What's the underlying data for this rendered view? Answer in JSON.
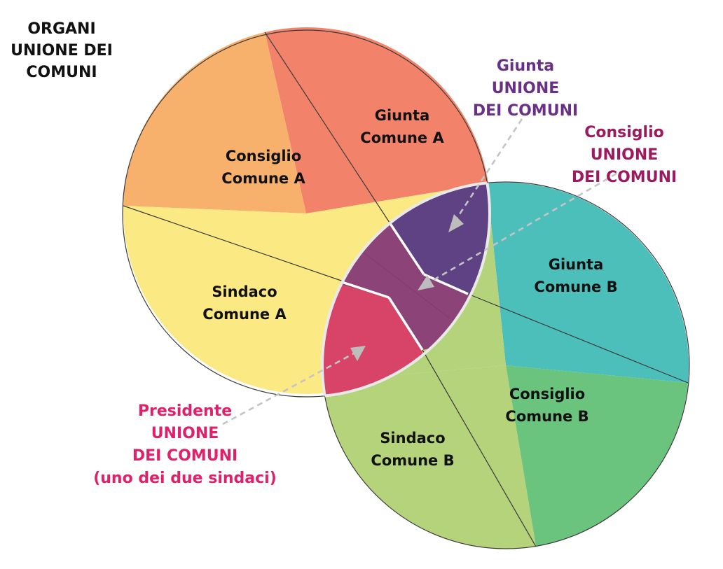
{
  "title": [
    "ORGANI",
    "UNIONE DEI",
    "COMUNI"
  ],
  "comune_a": {
    "giunta": [
      "Giunta",
      "Comune A"
    ],
    "consiglio": [
      "Consiglio",
      "Comune A"
    ],
    "sindaco": [
      "Sindaco",
      "Comune A"
    ]
  },
  "comune_b": {
    "giunta": [
      "Giunta",
      "Comune B"
    ],
    "consiglio": [
      "Consiglio",
      "Comune B"
    ],
    "sindaco": [
      "Sindaco",
      "Comune B"
    ]
  },
  "unione": {
    "giunta": [
      "Giunta",
      "UNIONE",
      "DEI COMUNI"
    ],
    "consiglio": [
      "Consiglio",
      "UNIONE",
      "DEI COMUNI"
    ],
    "presidente": [
      "Presidente",
      "UNIONE",
      "DEI COMUNI",
      "(uno dei due sindaci)"
    ]
  },
  "colors": {
    "giunta_a": "#f2836a",
    "consiglio_a": "#f8b16c",
    "sindaco_a": "#fbea83",
    "giunta_b": "#4cbfbb",
    "consiglio_b": "#6bc47e",
    "sindaco_b": "#b4d37b",
    "giunta_unione": "#5e4283",
    "consiglio_unione": "#8c4377",
    "presidente_unione": "#d84467",
    "label_giunta_unione": "#6a2f86",
    "label_consiglio_unione": "#9c1b5e",
    "label_presidente": "#e0206b"
  }
}
